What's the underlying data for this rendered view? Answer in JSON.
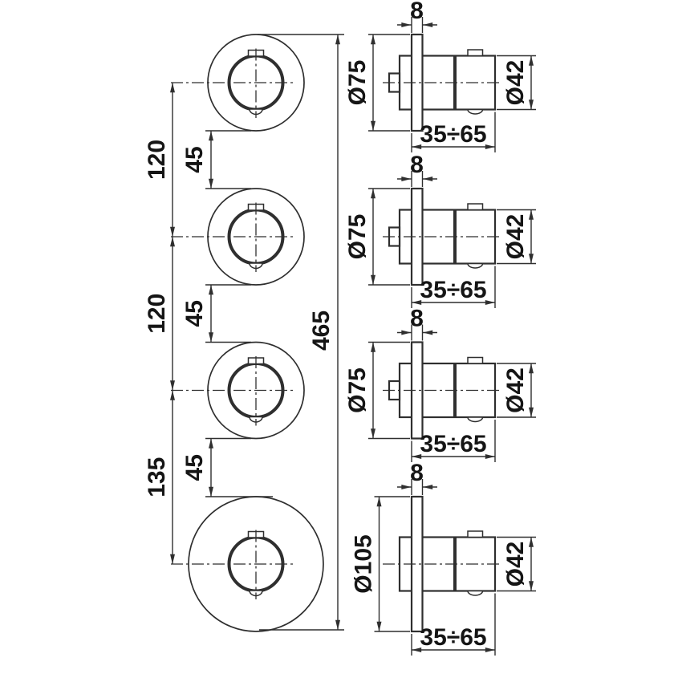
{
  "colors": {
    "line": "#2f2f2f",
    "text": "#151515",
    "background": "#ffffff"
  },
  "front_view": {
    "center_distances": [
      "120",
      "120",
      "135"
    ],
    "edge_gaps": [
      "45",
      "45",
      "45"
    ],
    "overall_height": "465"
  },
  "side_views": [
    {
      "plate_thickness": "8",
      "flange_diameter": "Ø75",
      "handle_diameter": "Ø42",
      "installation_depth": "35÷65"
    },
    {
      "plate_thickness": "8",
      "flange_diameter": "Ø75",
      "handle_diameter": "Ø42",
      "installation_depth": "35÷65"
    },
    {
      "plate_thickness": "8",
      "flange_diameter": "Ø75",
      "handle_diameter": "Ø42",
      "installation_depth": "35÷65"
    },
    {
      "plate_thickness": "8",
      "flange_diameter": "Ø105",
      "handle_diameter": "Ø42",
      "installation_depth": "35÷65"
    }
  ]
}
